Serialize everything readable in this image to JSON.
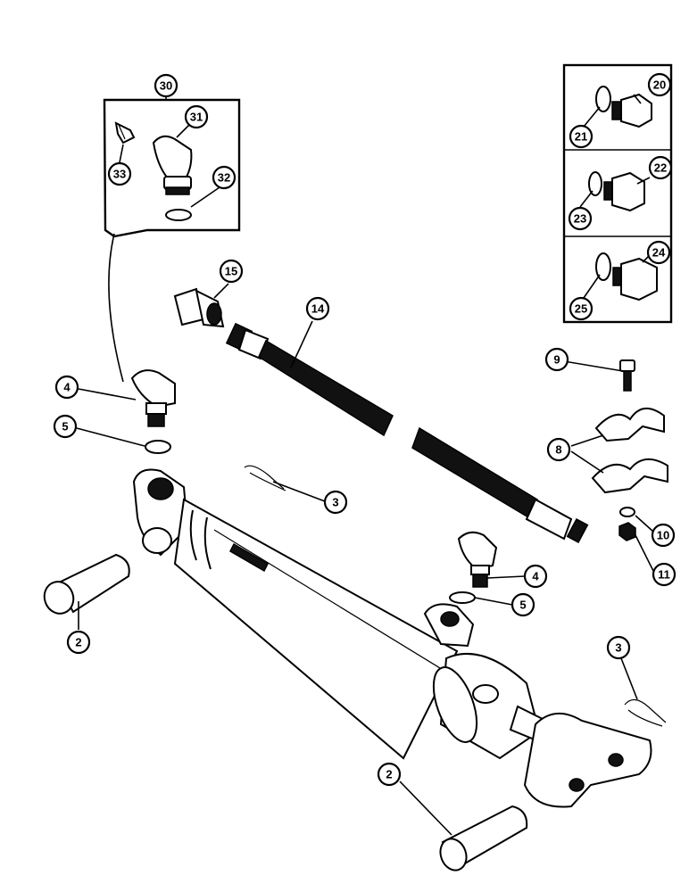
{
  "callouts": {
    "c30": "30",
    "c31": "31",
    "c32": "32",
    "c33": "33",
    "c20": "20",
    "c21": "21",
    "c22": "22",
    "c23": "23",
    "c24": "24",
    "c25": "25",
    "c15": "15",
    "c14": "14",
    "c4a": "4",
    "c5a": "5",
    "c3a": "3",
    "c9": "9",
    "c8": "8",
    "c10": "10",
    "c11": "11",
    "c4b": "4",
    "c5b": "5",
    "c2a": "2",
    "c2b": "2",
    "c3b": "3"
  },
  "colors": {
    "ink": "#000000",
    "paper": "#ffffff"
  }
}
